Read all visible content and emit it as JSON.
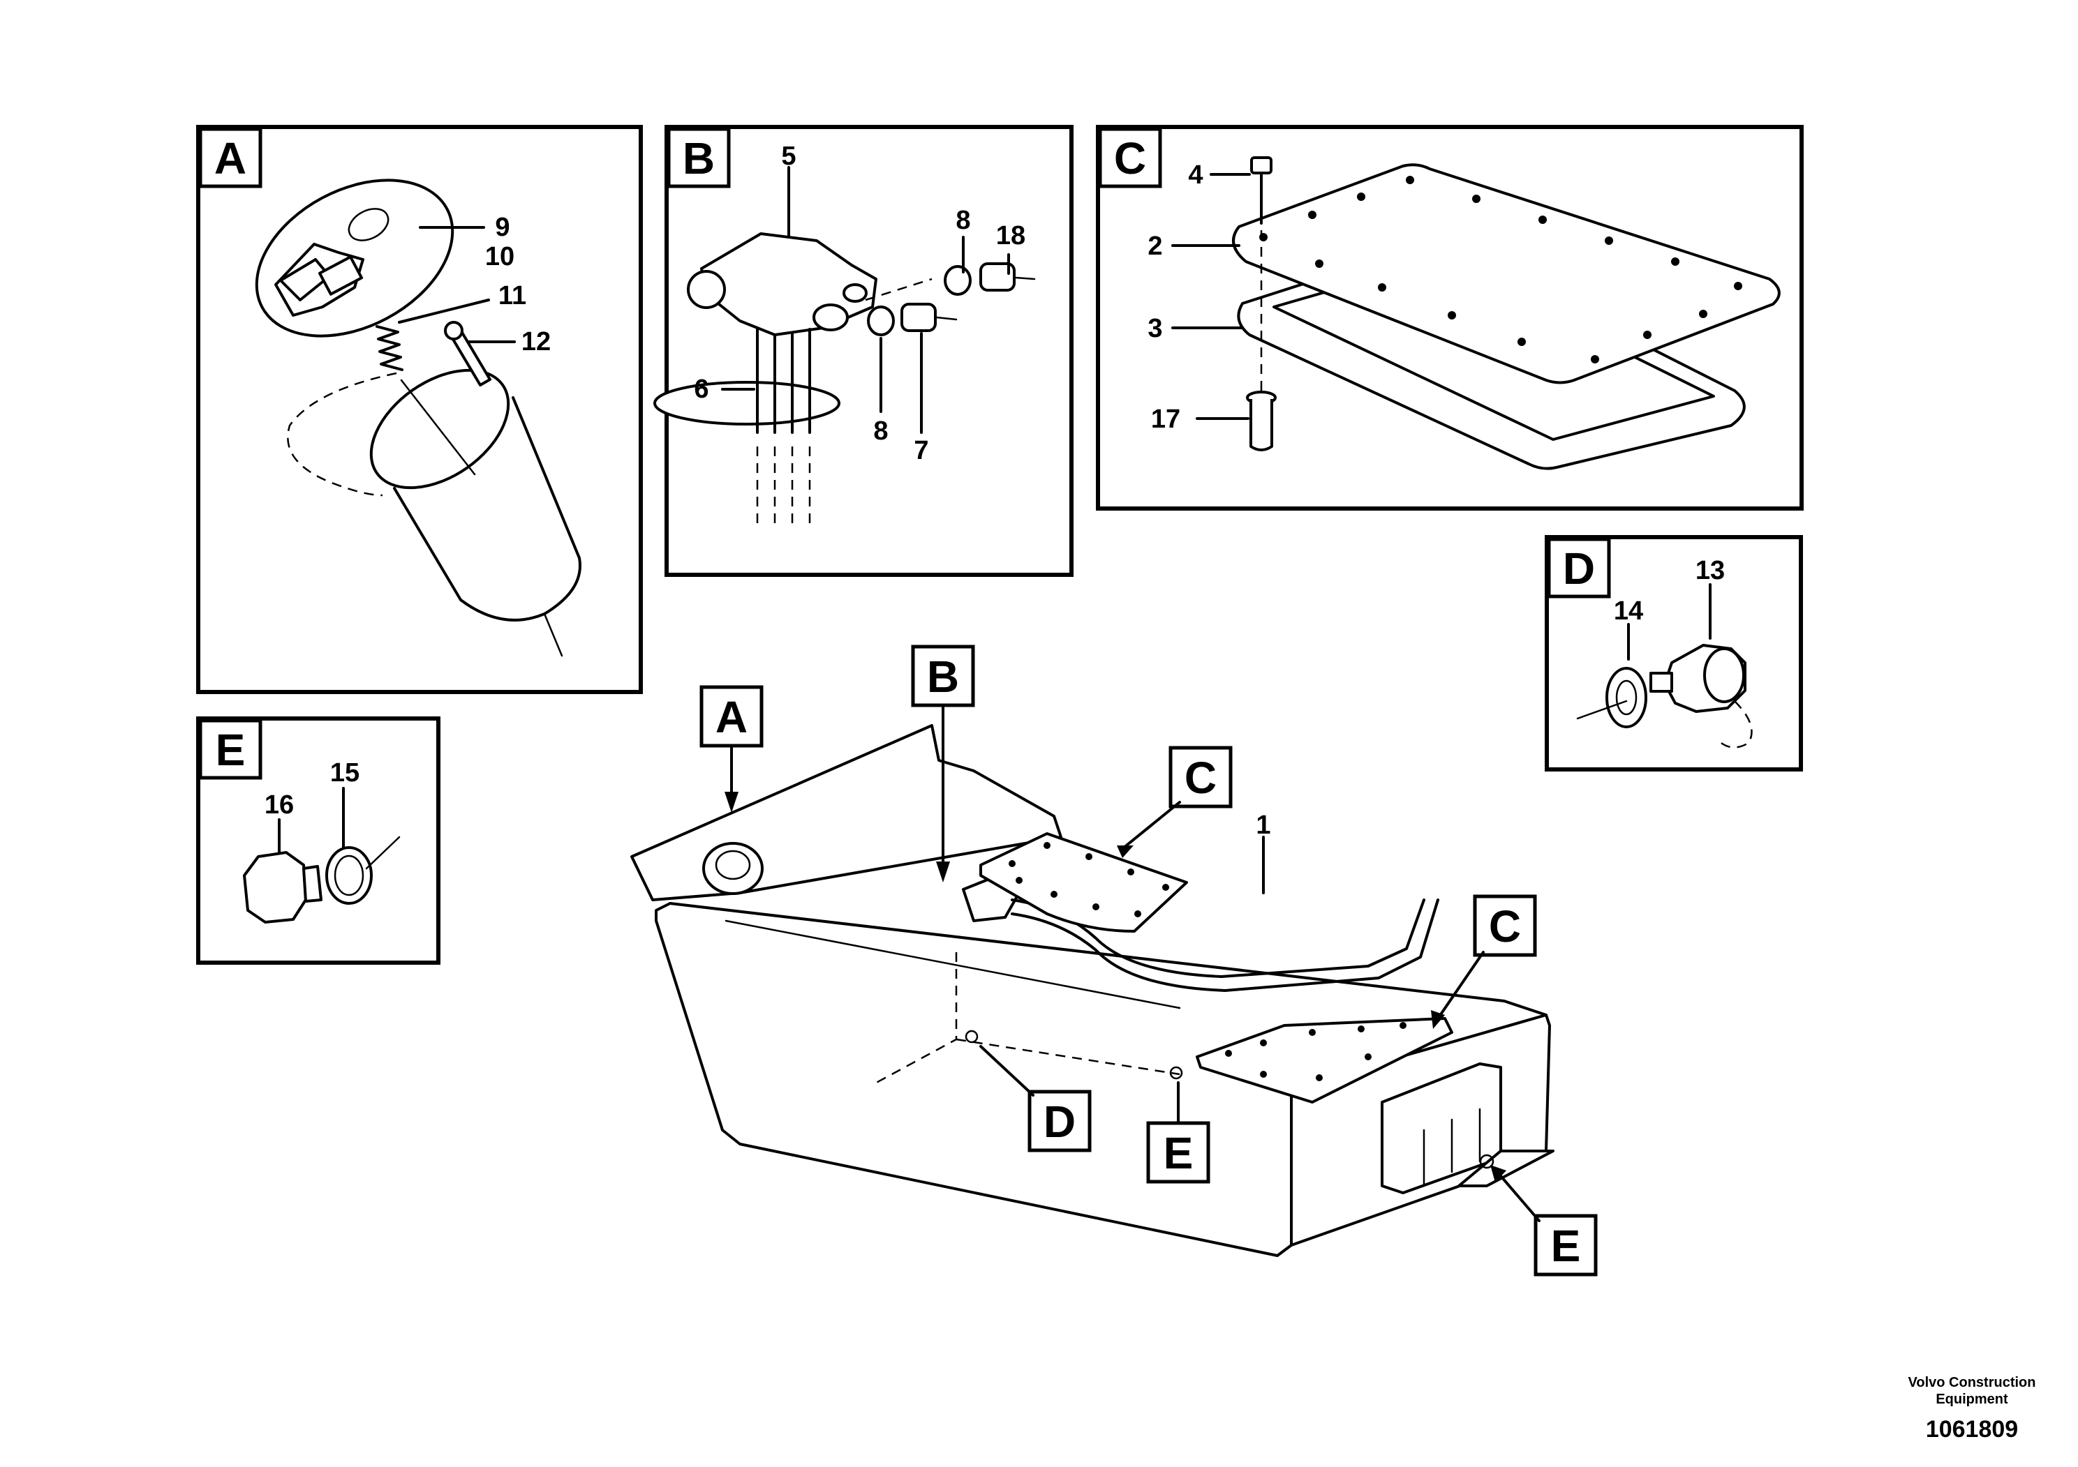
{
  "panels": {
    "a": {
      "letter": "A",
      "parts": [
        "9",
        "10",
        "11",
        "12"
      ]
    },
    "b": {
      "letter": "B",
      "parts": [
        "5",
        "8",
        "18",
        "6",
        "8",
        "7"
      ]
    },
    "c": {
      "letter": "C",
      "parts": [
        "4",
        "2",
        "3",
        "17"
      ]
    },
    "d": {
      "letter": "D",
      "parts": [
        "13",
        "14"
      ]
    },
    "e": {
      "letter": "E",
      "parts": [
        "16",
        "15"
      ]
    }
  },
  "main": {
    "part_1": "1",
    "callouts": [
      "A",
      "B",
      "C",
      "C",
      "D",
      "E",
      "E"
    ]
  },
  "footer": {
    "brand_line1": "Volvo Construction",
    "brand_line2": "Equipment",
    "doc_id": "1061809"
  }
}
